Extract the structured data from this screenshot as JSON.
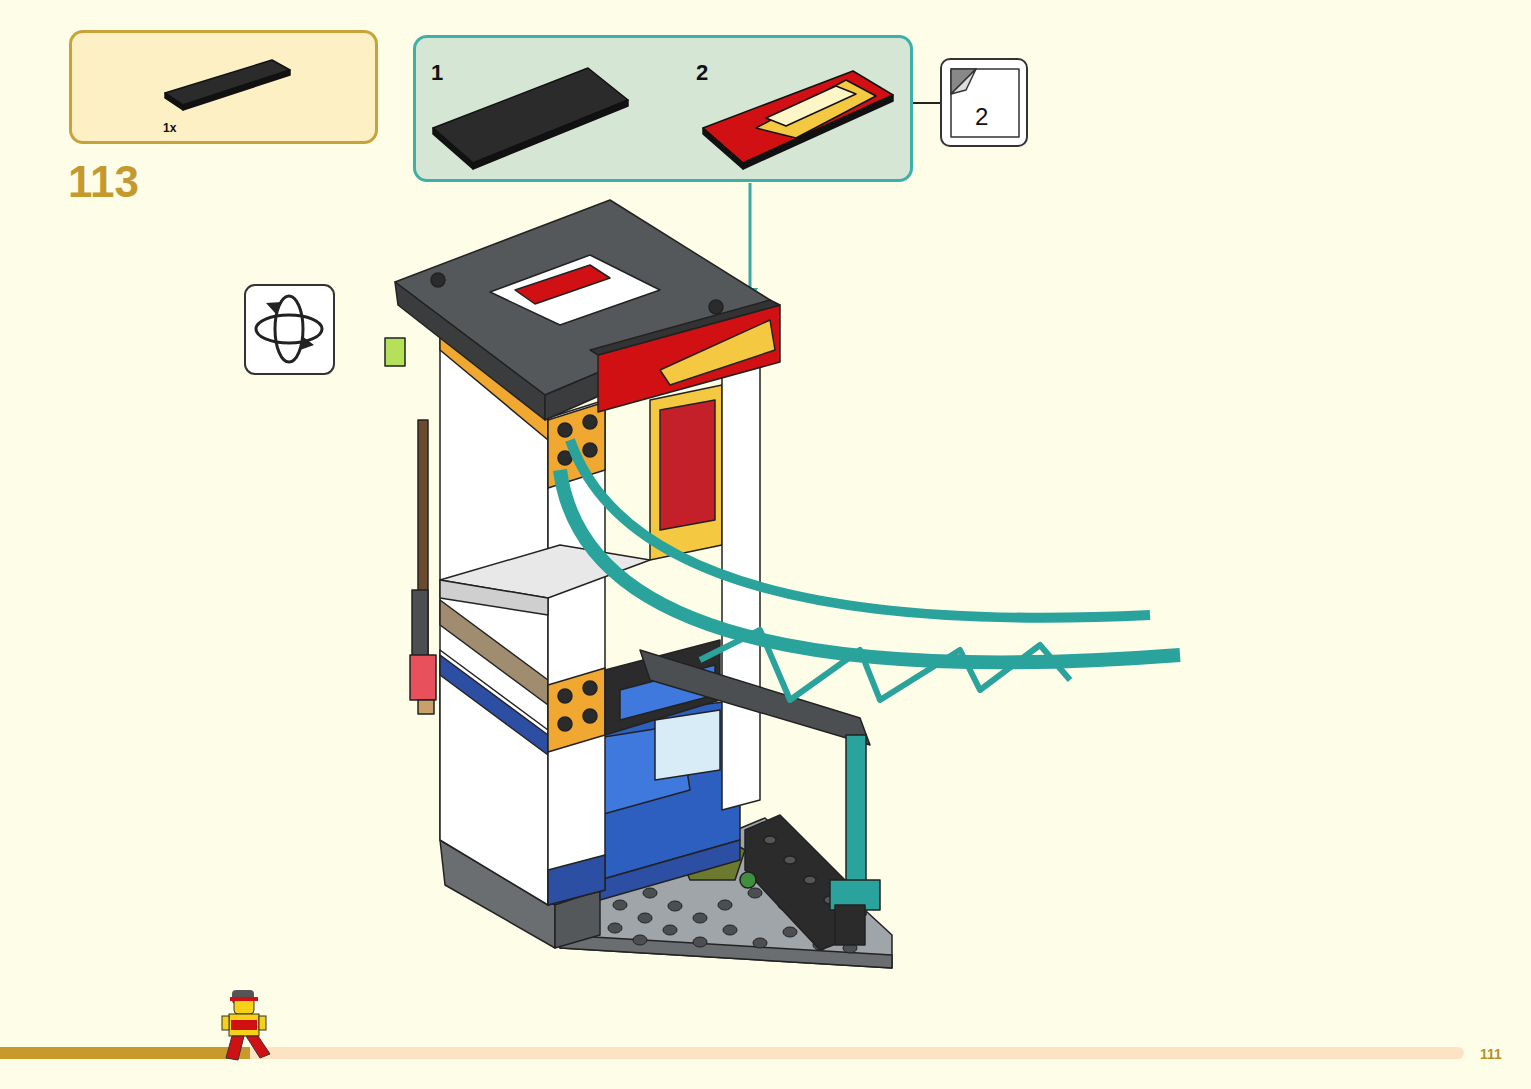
{
  "diagram": {
    "nodes": [
      {
        "text": [
          "1x"
        ]
      },
      {
        "text": [
          "1",
          "2"
        ]
      },
      {
        "text": [
          "2"
        ]
      }
    ],
    "labels": [
      "113",
      "111"
    ]
  }
}
